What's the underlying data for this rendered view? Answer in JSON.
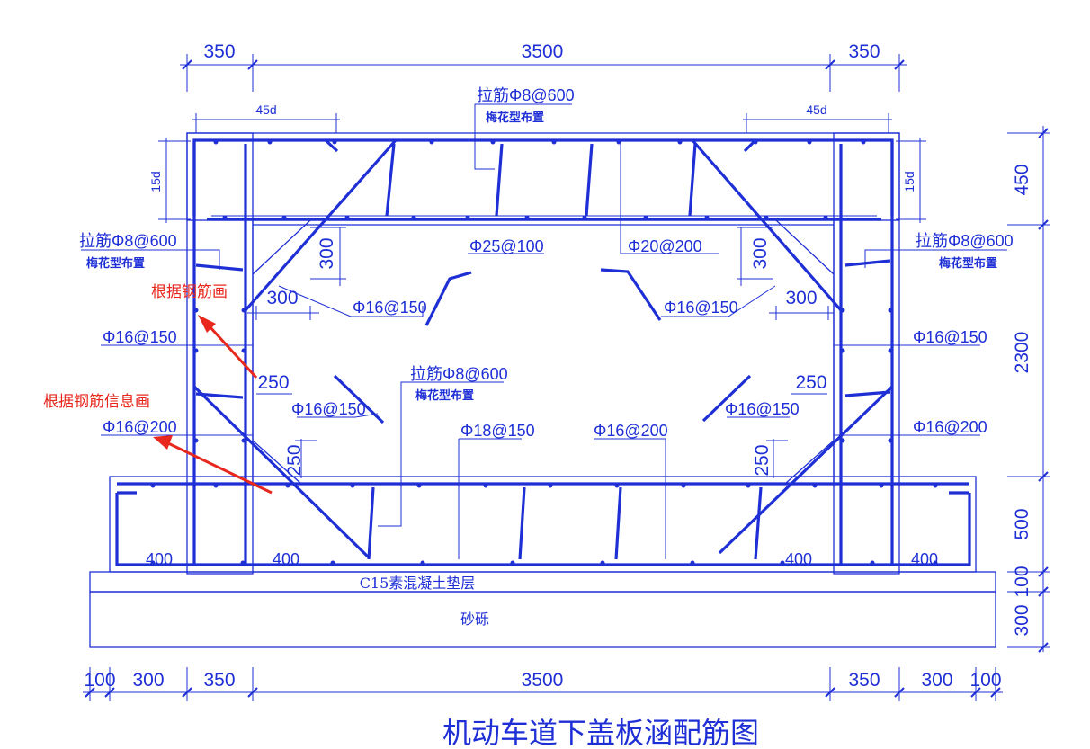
{
  "dimensions": {
    "top": [
      "350",
      "3500",
      "350"
    ],
    "anchorage": "45d",
    "hook": "15d",
    "right": [
      "450",
      "2300",
      "500",
      "100",
      "300"
    ],
    "bottom": [
      "100",
      "300",
      "350",
      "3500",
      "350",
      "300",
      "100"
    ],
    "haunch": "300",
    "chamfer": "250",
    "bottom_slab": "400"
  },
  "rebar_labels": {
    "tie_top": "拉筋Φ8@600",
    "tie_sub": "梅花型布置",
    "top_bottom_bar": "Φ25@100",
    "top_top_bar": "Φ20@200",
    "haunch_bar": "Φ16@150",
    "wall_upper": "Φ16@150",
    "wall_lower": "Φ16@200",
    "bottom_chamfer_bar": "Φ16@150",
    "tie_center": "拉筋Φ8@600",
    "base_top_bar": "Φ18@150",
    "base_bottom_bar": "Φ16@200"
  },
  "layers": {
    "cushion": "C15素混凝土垫层",
    "gravel": "砂砾"
  },
  "annotations": {
    "note1": "根据钢筋画",
    "note2": "根据钢筋信息画"
  },
  "title": "机动车道下盖板涵配筋图",
  "colors": {
    "drawing": "#1e2fd6",
    "annotation": "#e8271d"
  }
}
